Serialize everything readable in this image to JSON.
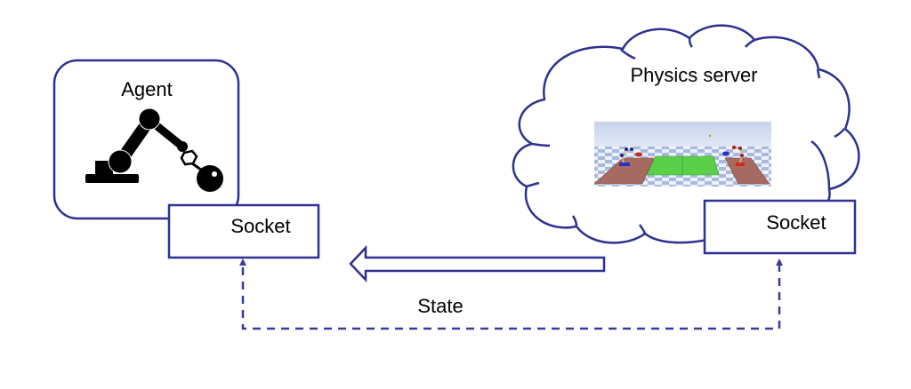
{
  "diagram": {
    "stroke_color": "#2e3192",
    "agent": {
      "title": "Agent",
      "icon": "robot-arm-icon",
      "socket_label": "Socket"
    },
    "server": {
      "title": "Physics server",
      "image": "simulation-scene-image",
      "socket_label": "Socket"
    },
    "flow": {
      "arrow_direction": "server-to-agent",
      "label": "State"
    }
  }
}
